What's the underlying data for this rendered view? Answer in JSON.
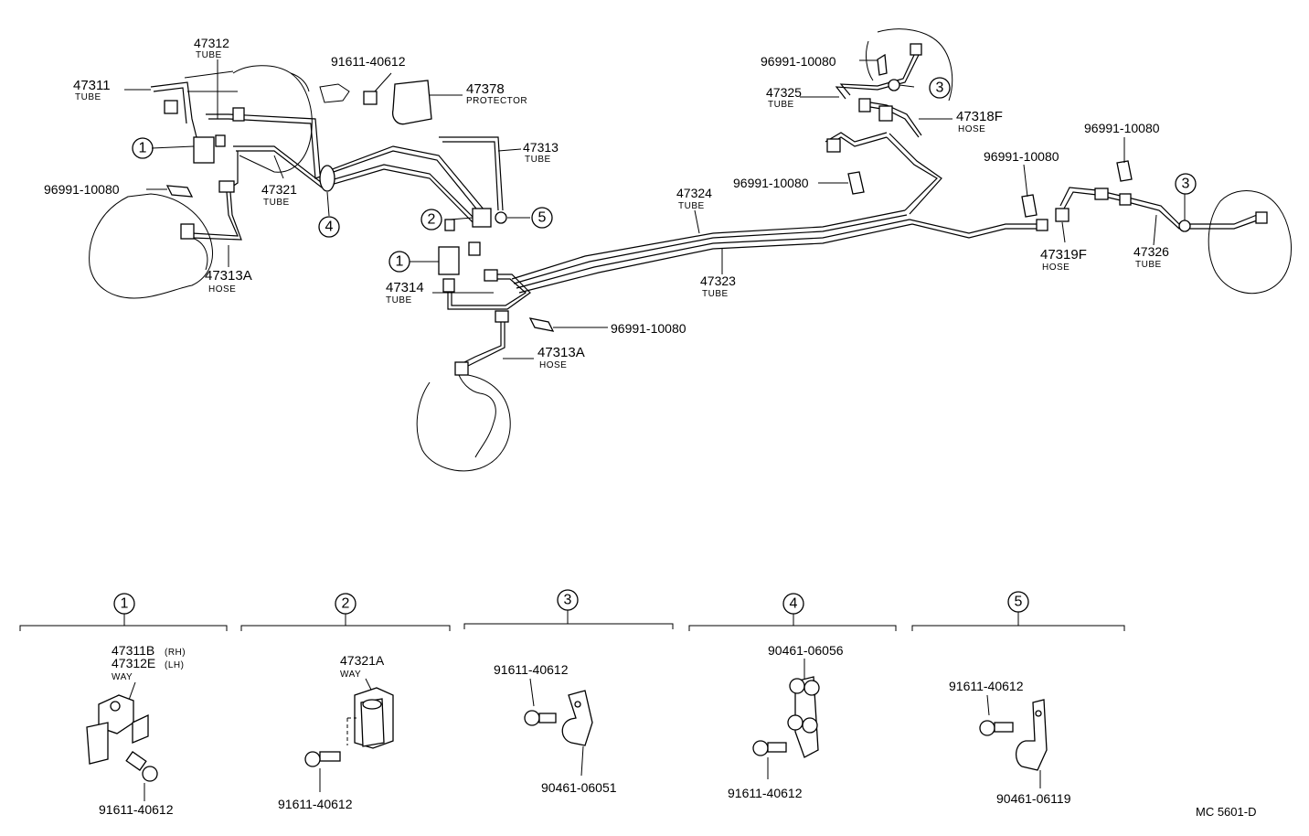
{
  "callouts": [
    {
      "id": "c47311",
      "num": "47311",
      "sub": "TUBE"
    },
    {
      "id": "c47312",
      "num": "47312",
      "sub": "TUBE"
    },
    {
      "id": "c91611a",
      "num": "91611-40612",
      "sub": ""
    },
    {
      "id": "c47378",
      "num": "47378",
      "sub": "PROTECTOR"
    },
    {
      "id": "c96991a",
      "num": "96991-10080",
      "sub": ""
    },
    {
      "id": "c47321",
      "num": "47321",
      "sub": "TUBE"
    },
    {
      "id": "c47313",
      "num": "47313",
      "sub": "TUBE"
    },
    {
      "id": "c47313Aa",
      "num": "47313A",
      "sub": "HOSE"
    },
    {
      "id": "c47314",
      "num": "47314",
      "sub": "TUBE"
    },
    {
      "id": "c96991b",
      "num": "96991-10080",
      "sub": ""
    },
    {
      "id": "c47313Ab",
      "num": "47313A",
      "sub": "HOSE"
    },
    {
      "id": "c96991c",
      "num": "96991-10080",
      "sub": ""
    },
    {
      "id": "c47325",
      "num": "47325",
      "sub": "TUBE"
    },
    {
      "id": "c47318F",
      "num": "47318F",
      "sub": "HOSE"
    },
    {
      "id": "c96991d",
      "num": "96991-10080",
      "sub": ""
    },
    {
      "id": "c47324",
      "num": "47324",
      "sub": "TUBE"
    },
    {
      "id": "c47323",
      "num": "47323",
      "sub": "TUBE"
    },
    {
      "id": "c96991e",
      "num": "96991-10080",
      "sub": ""
    },
    {
      "id": "c96991f",
      "num": "96991-10080",
      "sub": ""
    },
    {
      "id": "c47319F",
      "num": "47319F",
      "sub": "HOSE"
    },
    {
      "id": "c47326",
      "num": "47326",
      "sub": "TUBE"
    }
  ],
  "circle_refs": [
    "1",
    "1",
    "2",
    "3",
    "3",
    "4",
    "5"
  ],
  "details": [
    {
      "ref": "1",
      "labels": [
        "47311B",
        "(RH)",
        "47312E",
        "(LH)",
        "WAY",
        "91611-40612"
      ]
    },
    {
      "ref": "2",
      "labels": [
        "47321A",
        "WAY",
        "91611-40612"
      ]
    },
    {
      "ref": "3",
      "labels": [
        "91611-40612",
        "90461-06051"
      ]
    },
    {
      "ref": "4",
      "labels": [
        "90461-06056",
        "91611-40612"
      ]
    },
    {
      "ref": "5",
      "labels": [
        "91611-40612",
        "90461-06119"
      ]
    }
  ],
  "diagram_code": "MC 5601-D"
}
